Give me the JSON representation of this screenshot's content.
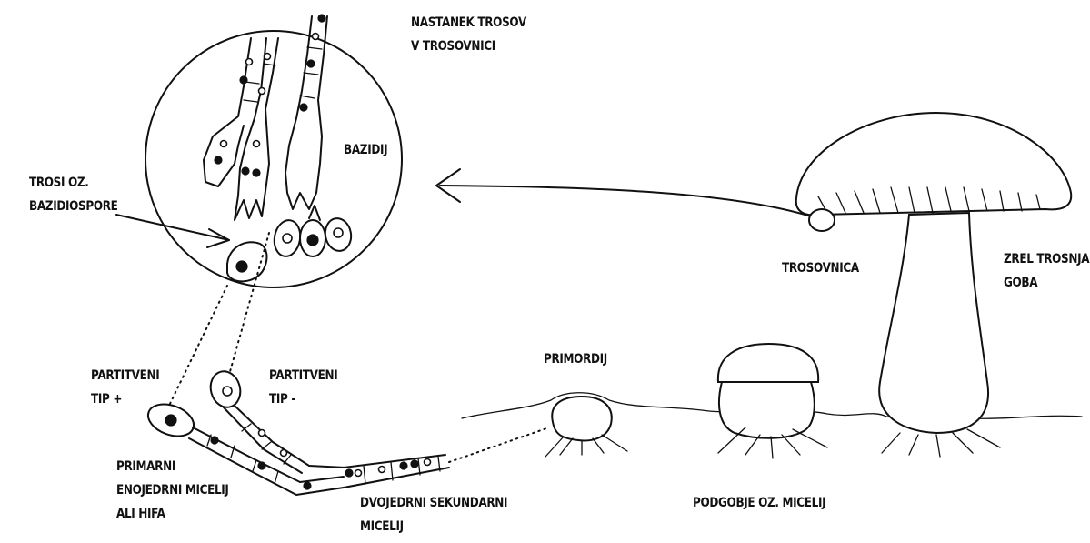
{
  "labels": {
    "nastanek": [
      "NASTANEK TROSOV",
      "V TROSOVNICI"
    ],
    "bazidij": "BAZIDIJ",
    "trosi": [
      "TROSI OZ.",
      "BAZIDIOSPORE"
    ],
    "trosovnica": "TROSOVNICA",
    "zrel": [
      "ZREL TROSNJAK",
      "GOBA"
    ],
    "partitveni_plus": [
      "PARTITVENI",
      "TIP +"
    ],
    "partitveni_minus": [
      "PARTITVENI",
      "TIP -"
    ],
    "primordij": "PRIMORDIJ",
    "primarni": [
      "PRIMARNI",
      "ENOJEDRNI MICELIJ",
      "ALI HIFA"
    ],
    "dvojedrni": [
      "DVOJEDRNI SEKUNDARNI",
      "MICELIJ"
    ],
    "podgobje": "PODGOBJE OZ. MICELIJ"
  }
}
